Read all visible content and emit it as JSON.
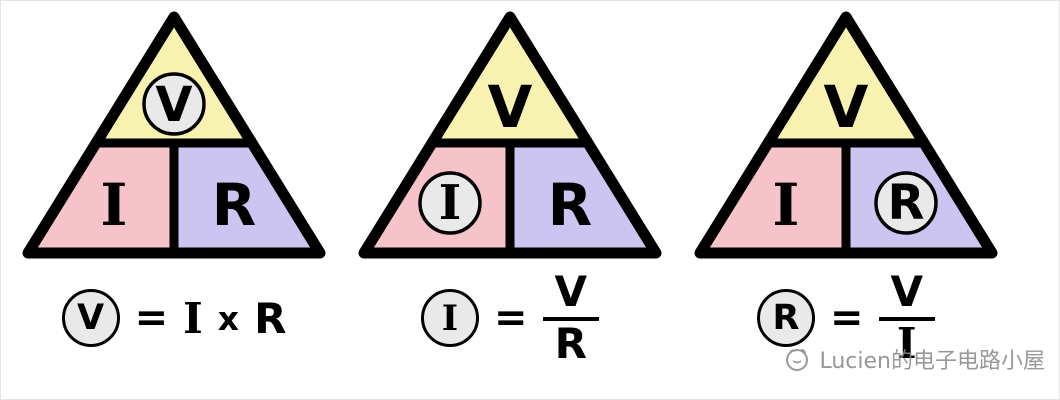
{
  "colors": {
    "triangle_top_fill": "#f8f2b0",
    "triangle_left_fill": "#f7c3ca",
    "triangle_right_fill": "#cdc5f1",
    "outline": "#000000",
    "circle_fill": "#e9e9e9",
    "watermark_gray": "#8d8d8d"
  },
  "triangles": [
    {
      "top": "V",
      "left": "I",
      "right": "R",
      "highlighted": "V"
    },
    {
      "top": "V",
      "left": "I",
      "right": "R",
      "highlighted": "I"
    },
    {
      "top": "V",
      "left": "I",
      "right": "R",
      "highlighted": "R"
    }
  ],
  "formulas": [
    {
      "result": "V",
      "equals": "=",
      "factor1": "I",
      "operator": "x",
      "factor2": "R"
    },
    {
      "result": "I",
      "equals": "=",
      "numerator": "V",
      "denominator": "R"
    },
    {
      "result": "R",
      "equals": "=",
      "numerator": "V",
      "denominator": "I"
    }
  ],
  "watermark": {
    "text": "Lucien的电子电路小屋"
  }
}
